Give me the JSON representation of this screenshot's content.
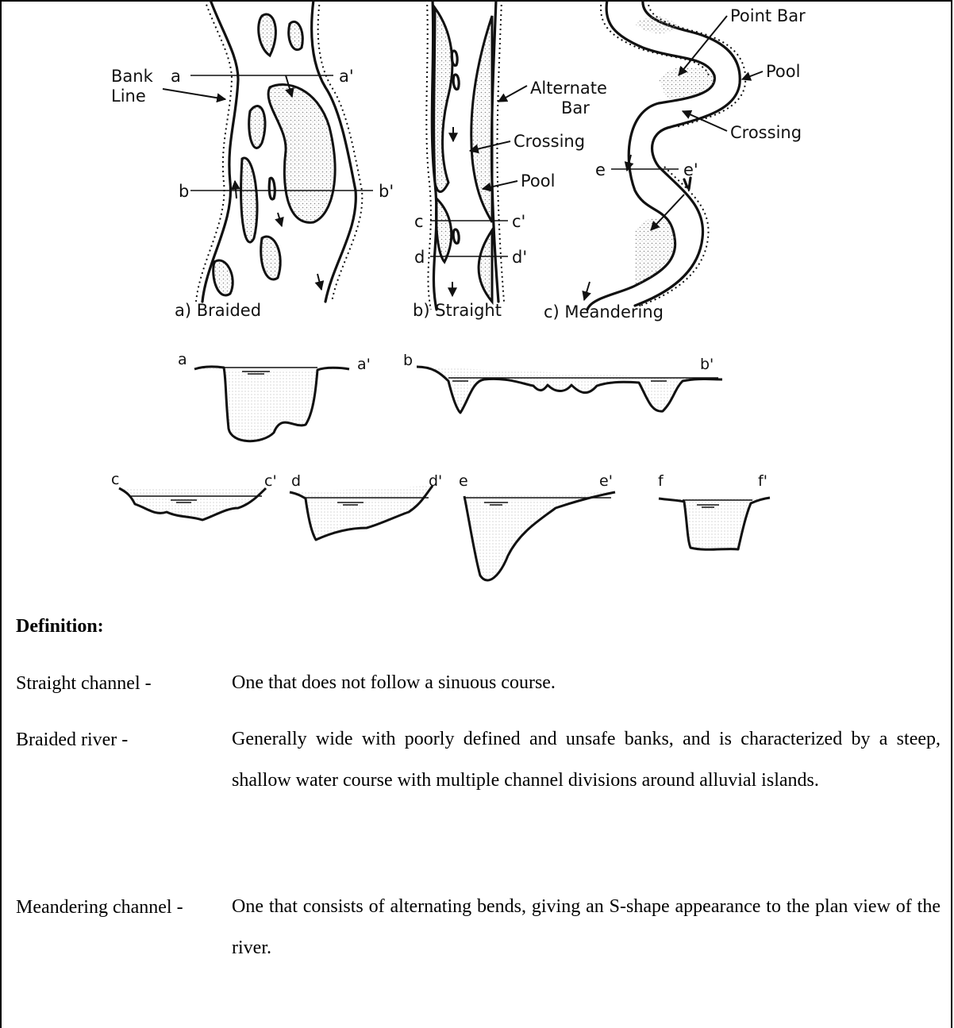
{
  "figure": {
    "plan_labels": {
      "bank_line": "Bank\nLine",
      "bank_line_1": "Bank",
      "bank_line_2": "Line",
      "a": "a",
      "a_prime": "a'",
      "b": "b",
      "b_prime": "b'",
      "c": "c",
      "c_prime": "c'",
      "d": "d",
      "d_prime": "d'",
      "e": "e",
      "e_prime": "e'",
      "alternate_bar_1": "Alternate",
      "alternate_bar_2": "Bar",
      "crossing_b": "Crossing",
      "pool_b": "Pool",
      "point_bar": "Point Bar",
      "pool_c": "Pool",
      "crossing_c": "Crossing"
    },
    "captions": {
      "braided": "a) Braided",
      "straight": "b) Straight",
      "meandering": "c) Meandering"
    },
    "sections": {
      "a": "a",
      "a_prime": "a'",
      "b": "b",
      "b_prime": "b'",
      "c": "c",
      "c_prime": "c'",
      "d": "d",
      "d_prime": "d'",
      "e": "e",
      "e_prime": "e'",
      "f": "f",
      "f_prime": "f'"
    }
  },
  "definitions": {
    "heading": "Definition:",
    "items": [
      {
        "term": "Straight channel -",
        "description": "One that does not follow a sinuous course."
      },
      {
        "term": "Braided river -",
        "description": "Generally wide with poorly defined and unsafe banks, and is characterized by a steep, shallow water course with multiple channel divisions around alluvial islands."
      },
      {
        "term": "Meandering channel -",
        "description": "One that consists of alternating bends, giving an S-shape appearance to the plan view of the river."
      }
    ]
  }
}
